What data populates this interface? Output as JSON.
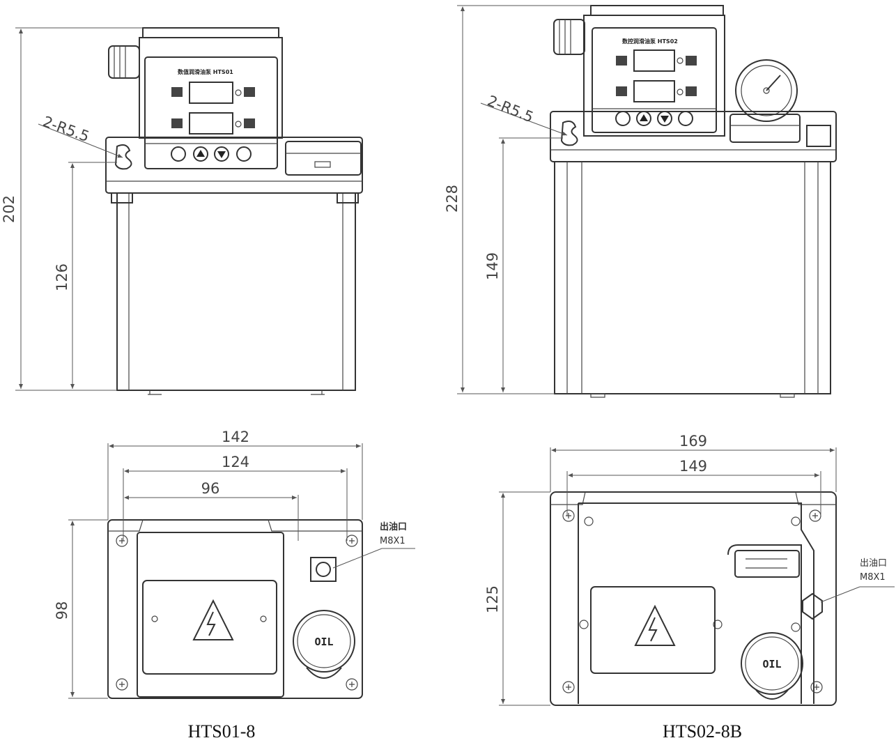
{
  "models": {
    "left": "HTS01-8",
    "right": "HTS02-8B"
  },
  "dimensions": {
    "left_front": {
      "total_height": "202",
      "mount_height": "126",
      "mount_hole": "2-R5.5"
    },
    "right_front": {
      "total_height": "228",
      "mount_height": "149",
      "mount_hole": "2-R5.5"
    },
    "left_top": {
      "width_outer": "142",
      "width_mid": "124",
      "width_inner": "96",
      "depth": "98"
    },
    "right_top": {
      "width_outer": "169",
      "width_mid": "149",
      "depth": "125"
    }
  },
  "panel_labels": {
    "left": "数值润滑油泵 HTS01",
    "right": "数控润滑油泵 HTS02"
  },
  "outlet": {
    "left_cn": "出油口",
    "left_spec": "M8X1",
    "right_cn": "出油口",
    "right_spec": "M8X1"
  },
  "oil_cap": {
    "left": "OIL",
    "right": "OIL"
  }
}
